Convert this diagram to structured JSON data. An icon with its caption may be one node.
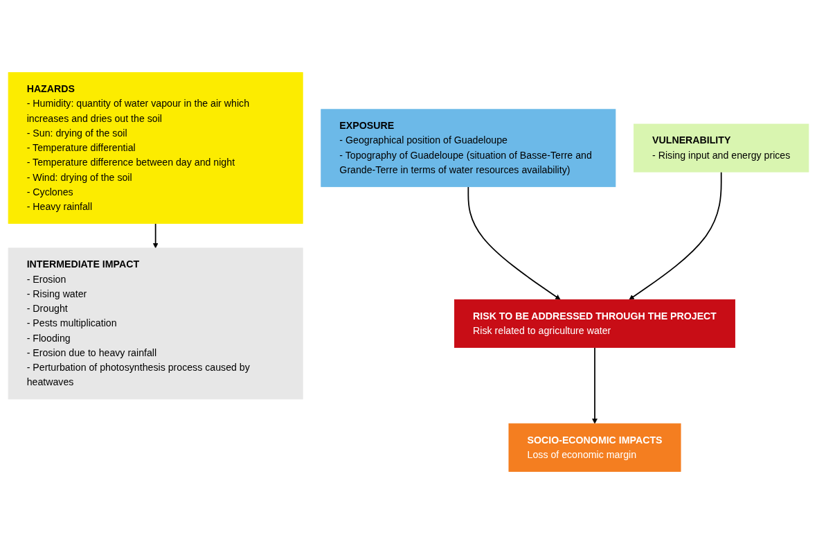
{
  "diagram": {
    "nodes": [
      {
        "text": [
          "EXPOSURE",
          "- Geographical position of Guadeloupe",
          "- Topography of Guadeloupe (situation of Basse-Terre and Grande-Terre in terms of water resources availability)"
        ]
      },
      {
        "text": [
          "HAZARDS",
          "- Humidity: quantity of water vapour in the air which increases and dries out the soil",
          "- Sun: drying of the soil",
          "- Temperature differential",
          "- Temperature difference between day and night",
          "- Wind: drying of the soil",
          "- Cyclones",
          "- Heavy rainfall"
        ]
      },
      {
        "text": [
          "INTERMEDIATE IMPACT",
          "- Erosion",
          "- Rising water",
          "- Drought",
          "- Pests multiplication",
          "- Flooding",
          "- Erosion due to heavy rainfall",
          "- Perturbation of photosynthesis process caused by heatwaves"
        ]
      },
      {
        "text": [
          "VULNERABILITY",
          "- Rising input and energy prices"
        ]
      },
      {
        "text": [
          "RISK TO BE ADDRESSED THROUGH THE PROJECT",
          "Risk related to agriculture water"
        ]
      },
      {
        "text": [
          "SOCIO-ECONOMIC IMPACTS",
          "Loss of economic margin"
        ]
      }
    ],
    "edges": [
      {
        "from": 1,
        "to": 2,
        "arrow": "to"
      },
      {
        "from": 0,
        "to": 4,
        "arrow": "to"
      },
      {
        "from": 3,
        "to": 4,
        "arrow": "to"
      },
      {
        "from": 4,
        "to": 5,
        "arrow": "to"
      }
    ]
  }
}
